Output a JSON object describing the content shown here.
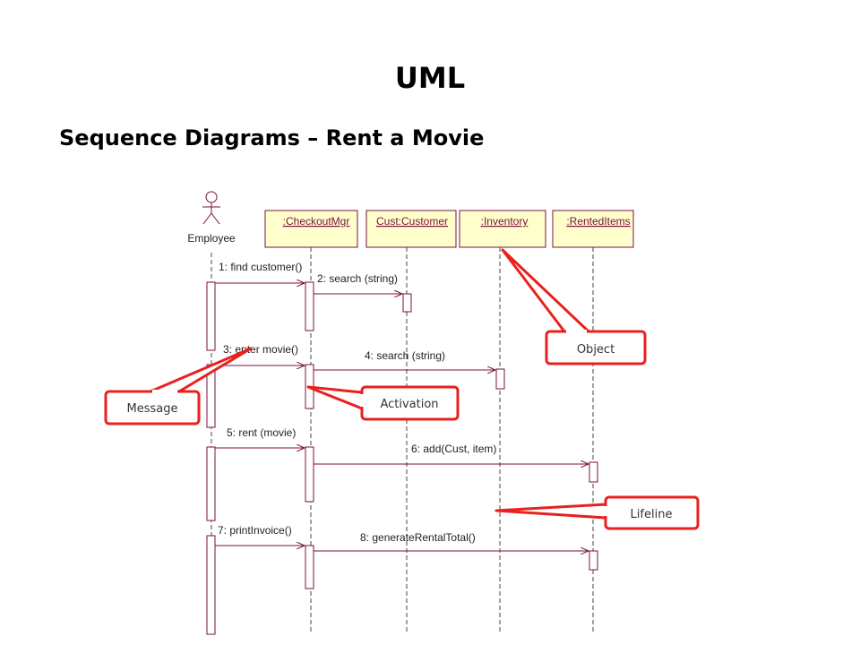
{
  "title": "UML",
  "subtitle": "Sequence Diagrams – Rent a Movie",
  "actor": {
    "name": "Employee"
  },
  "objects": [
    ":CheckoutMgr",
    "Cust:Customer",
    ":Inventory",
    ":RentedItems"
  ],
  "messages": [
    "1: find customer()",
    "2: search (string)",
    "3: enter movie()",
    "4: search (string)",
    "5: rent (movie)",
    "6: add(Cust, item)",
    "7: printInvoice()",
    "8: generateRentalTotal()"
  ],
  "callouts": {
    "object": "Object",
    "message": "Message",
    "activation": "Activation",
    "lifeline": "Lifeline"
  },
  "colors": {
    "object_fill": "#ffffcc",
    "lifeline_stroke": "#7a1040",
    "callout_red": "#e8211d"
  }
}
